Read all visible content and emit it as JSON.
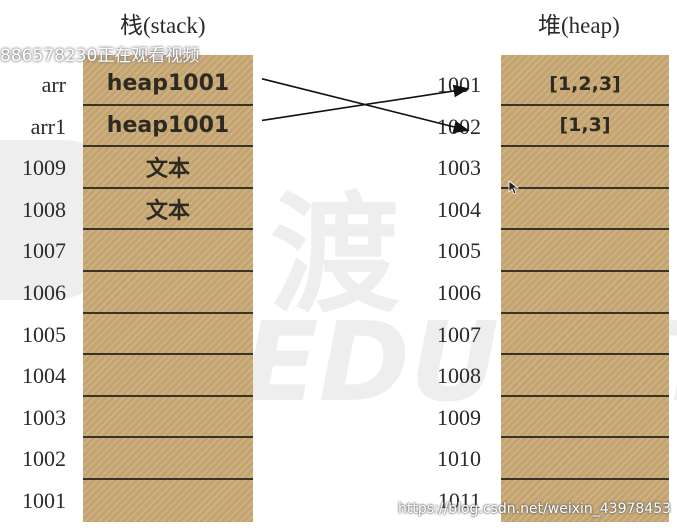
{
  "titles": {
    "stack": "栈(stack)",
    "heap": "堆(heap)"
  },
  "stack": {
    "labels": [
      "arr",
      "arr1",
      "1009",
      "1008",
      "1007",
      "1006",
      "1005",
      "1004",
      "1003",
      "1002",
      "1001"
    ],
    "values": [
      "heap1001",
      "heap1001",
      "文本",
      "文本",
      "",
      "",
      "",
      "",
      "",
      "",
      ""
    ]
  },
  "heap": {
    "labels": [
      "1001",
      "1002",
      "1003",
      "1004",
      "1005",
      "1006",
      "1007",
      "1008",
      "1009",
      "1010",
      "1011"
    ],
    "values": [
      "[1,2,3]",
      "[1,3]",
      "",
      "",
      "",
      "",
      "",
      "",
      "",
      "",
      ""
    ]
  },
  "arrows": [
    {
      "from_stack_row": 0,
      "to_heap_row": 1
    },
    {
      "from_stack_row": 1,
      "to_heap_row": 0
    }
  ],
  "overlay_text": "886578230正在观看视频",
  "credit": "https://blog.csdn.net/weixin_43978453",
  "colors": {
    "cell_fill": "#c9a874",
    "divider": "#3a3226",
    "text": "#2d2a22"
  }
}
